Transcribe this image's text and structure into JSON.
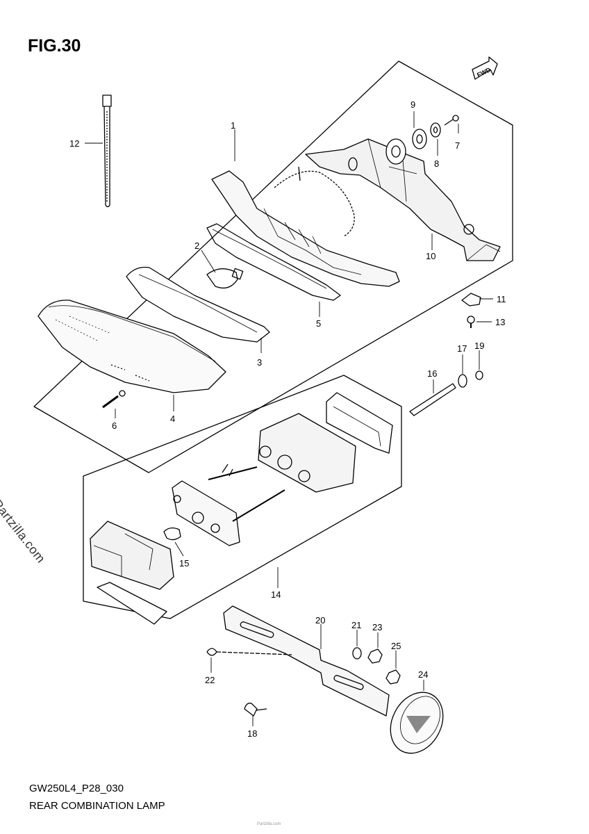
{
  "figure": {
    "title": "FIG.30",
    "code": "GW250L4_P28_030",
    "name": "REAR COMBINATION LAMP",
    "watermark": "© Partzilla.com",
    "footer": "Partzilla.com"
  },
  "direction_badge": "FWD",
  "callouts": [
    "1",
    "2",
    "3",
    "4",
    "5",
    "6",
    "7",
    "8",
    "9",
    "10",
    "11",
    "12",
    "13",
    "14",
    "15",
    "16",
    "17",
    "18",
    "19",
    "20",
    "21",
    "22",
    "23",
    "24",
    "25"
  ]
}
